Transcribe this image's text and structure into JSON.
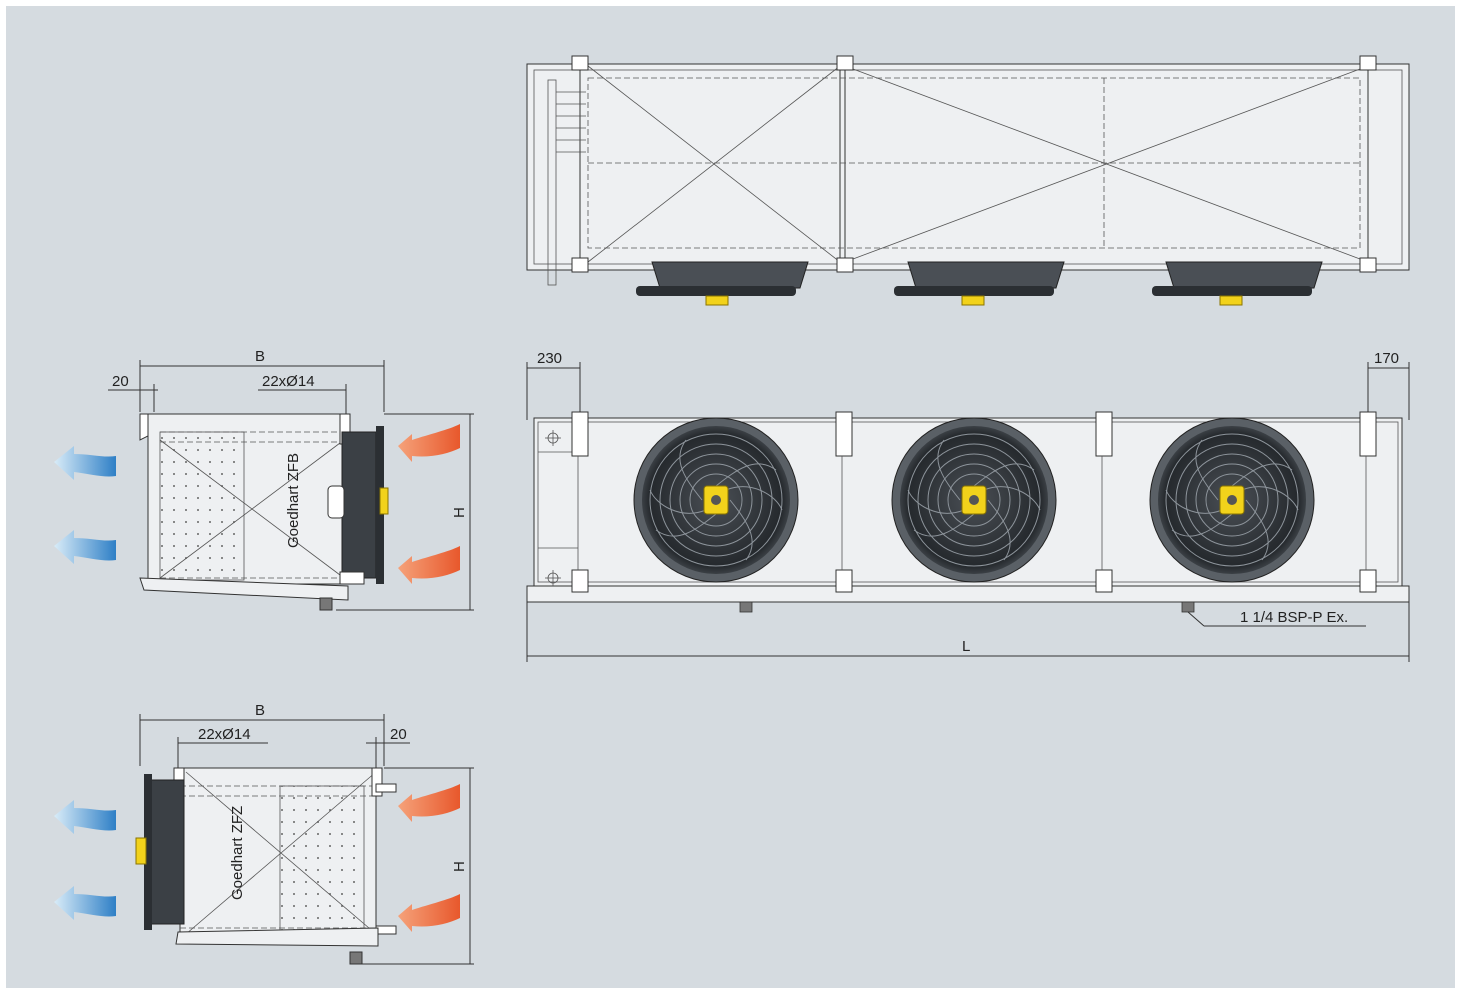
{
  "colors": {
    "background": "#d5dbe0",
    "frame": "#ffffff",
    "panel": "#eef0f2",
    "line": "#333333",
    "fan_dark": "#2b2f33",
    "fan_yellow": "#f2d21b",
    "arrow_warm": "#f07a4a",
    "arrow_cold": "#5a9fd6"
  },
  "side_view_zfb": {
    "dim_b": "B",
    "dim_20": "20",
    "dim_holes": "22xØ14",
    "dim_h": "H",
    "model_label": "Goedhart ZFB"
  },
  "side_view_zfz": {
    "dim_b": "B",
    "dim_20": "20",
    "dim_holes": "22xØ14",
    "dim_h": "H",
    "model_label": "Goedhart ZFZ"
  },
  "front_view": {
    "dim_left": "230",
    "dim_right": "170",
    "dim_l": "L",
    "drain_label": "1 1/4 BSP-P Ex."
  },
  "icons": [
    "fan-icon",
    "airflow-warm-arrow-icon",
    "airflow-cold-arrow-icon"
  ]
}
